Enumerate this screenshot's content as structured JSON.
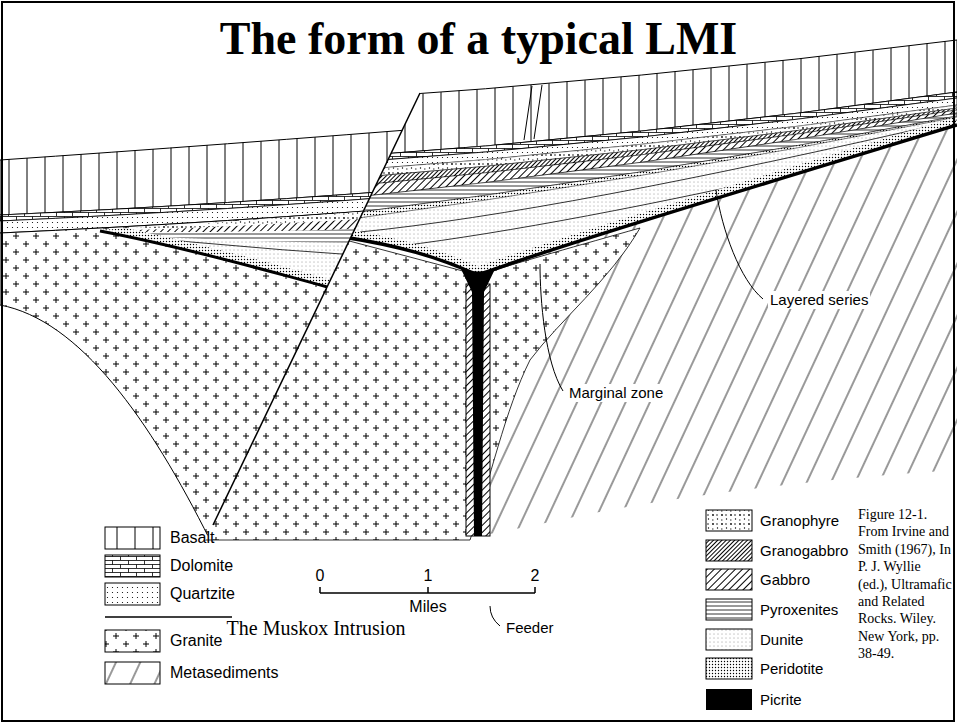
{
  "diagram": {
    "title": "The form of a typical LMI",
    "caption": "Figure 12-1. From Irvine and Smith (1967), In P. J. Wyllie (ed.), Ultramafic and Related Rocks. Wiley. New York, pp. 38-49.",
    "labels": [
      "Layered series",
      "Marginal zone",
      "Feeder",
      "The Muskox Intrusion",
      "0",
      "1",
      "2",
      "Miles"
    ],
    "legend": [
      {
        "text": "Basalt"
      },
      {
        "text": "Dolomite"
      },
      {
        "text": "Quartzite"
      },
      {
        "text": "Granite"
      },
      {
        "text": "Metasediments"
      },
      {
        "text": "Granophyre"
      },
      {
        "text": "Granogabbro"
      },
      {
        "text": "Gabbro"
      },
      {
        "text": "Pyroxenites"
      },
      {
        "text": "Dunite"
      },
      {
        "text": "Peridotite"
      },
      {
        "text": "Picrite",
        "color": "#000000"
      }
    ]
  }
}
